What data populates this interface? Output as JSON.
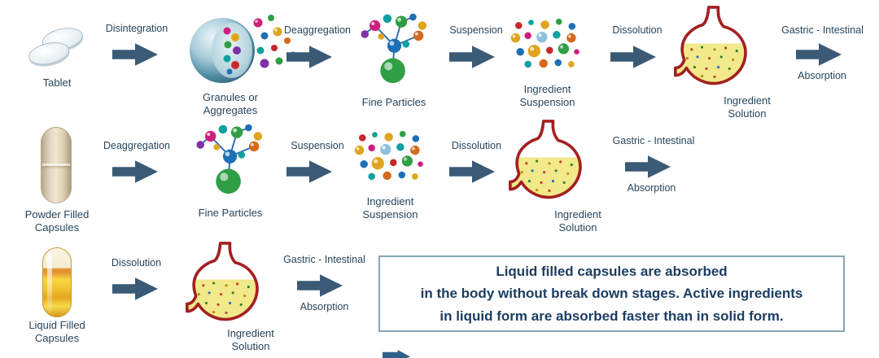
{
  "colors": {
    "arrow": "#3a5a76",
    "label": "#27455c",
    "stomachOutline": "#a32020",
    "liquid": "#f1e98a",
    "boxBorder": "#8aa6b2",
    "boxText": "#1c3e63"
  },
  "rows": [
    {
      "source": "Tablet",
      "arrows": [
        "Disintegration",
        "Deaggregation",
        "Suspension",
        "Dissolution",
        "Gastric - Intestinal"
      ],
      "stages": [
        "Granules or Aggregates",
        "Fine Particles",
        "Ingredient Suspension",
        "Ingredient Solution"
      ],
      "final": "Absorption"
    },
    {
      "source": "Powder Filled Capsules",
      "arrows": [
        "Deaggregation",
        "Suspension",
        "Dissolution",
        "Gastric - Intestinal"
      ],
      "stages": [
        "Fine Particles",
        "Ingredient Suspension",
        "Ingredient Solution"
      ],
      "final": "Absorption"
    },
    {
      "source": "Liquid Filled Capsules",
      "arrows": [
        "Dissolution",
        "Gastric - Intestinal"
      ],
      "stages": [
        "Ingredient Solution"
      ],
      "final": "Absorption"
    }
  ],
  "note": "Liquid filled capsules are absorbed\nin the body without break down stages. Active ingredients\nin liquid form are absorbed faster than in solid form.",
  "icons": {
    "tablet": "two round tablets",
    "powder-capsule": "beige two-piece capsule",
    "liquid-capsule": "yellow-orange liquid filled capsule",
    "granules": "open sphere with colored granules",
    "fine-particles": "connected cluster of colored particles",
    "suspension": "scattered colored particles",
    "stomach": "stomach outline with yellow solution",
    "arrow": "thick right-pointing block arrow"
  }
}
